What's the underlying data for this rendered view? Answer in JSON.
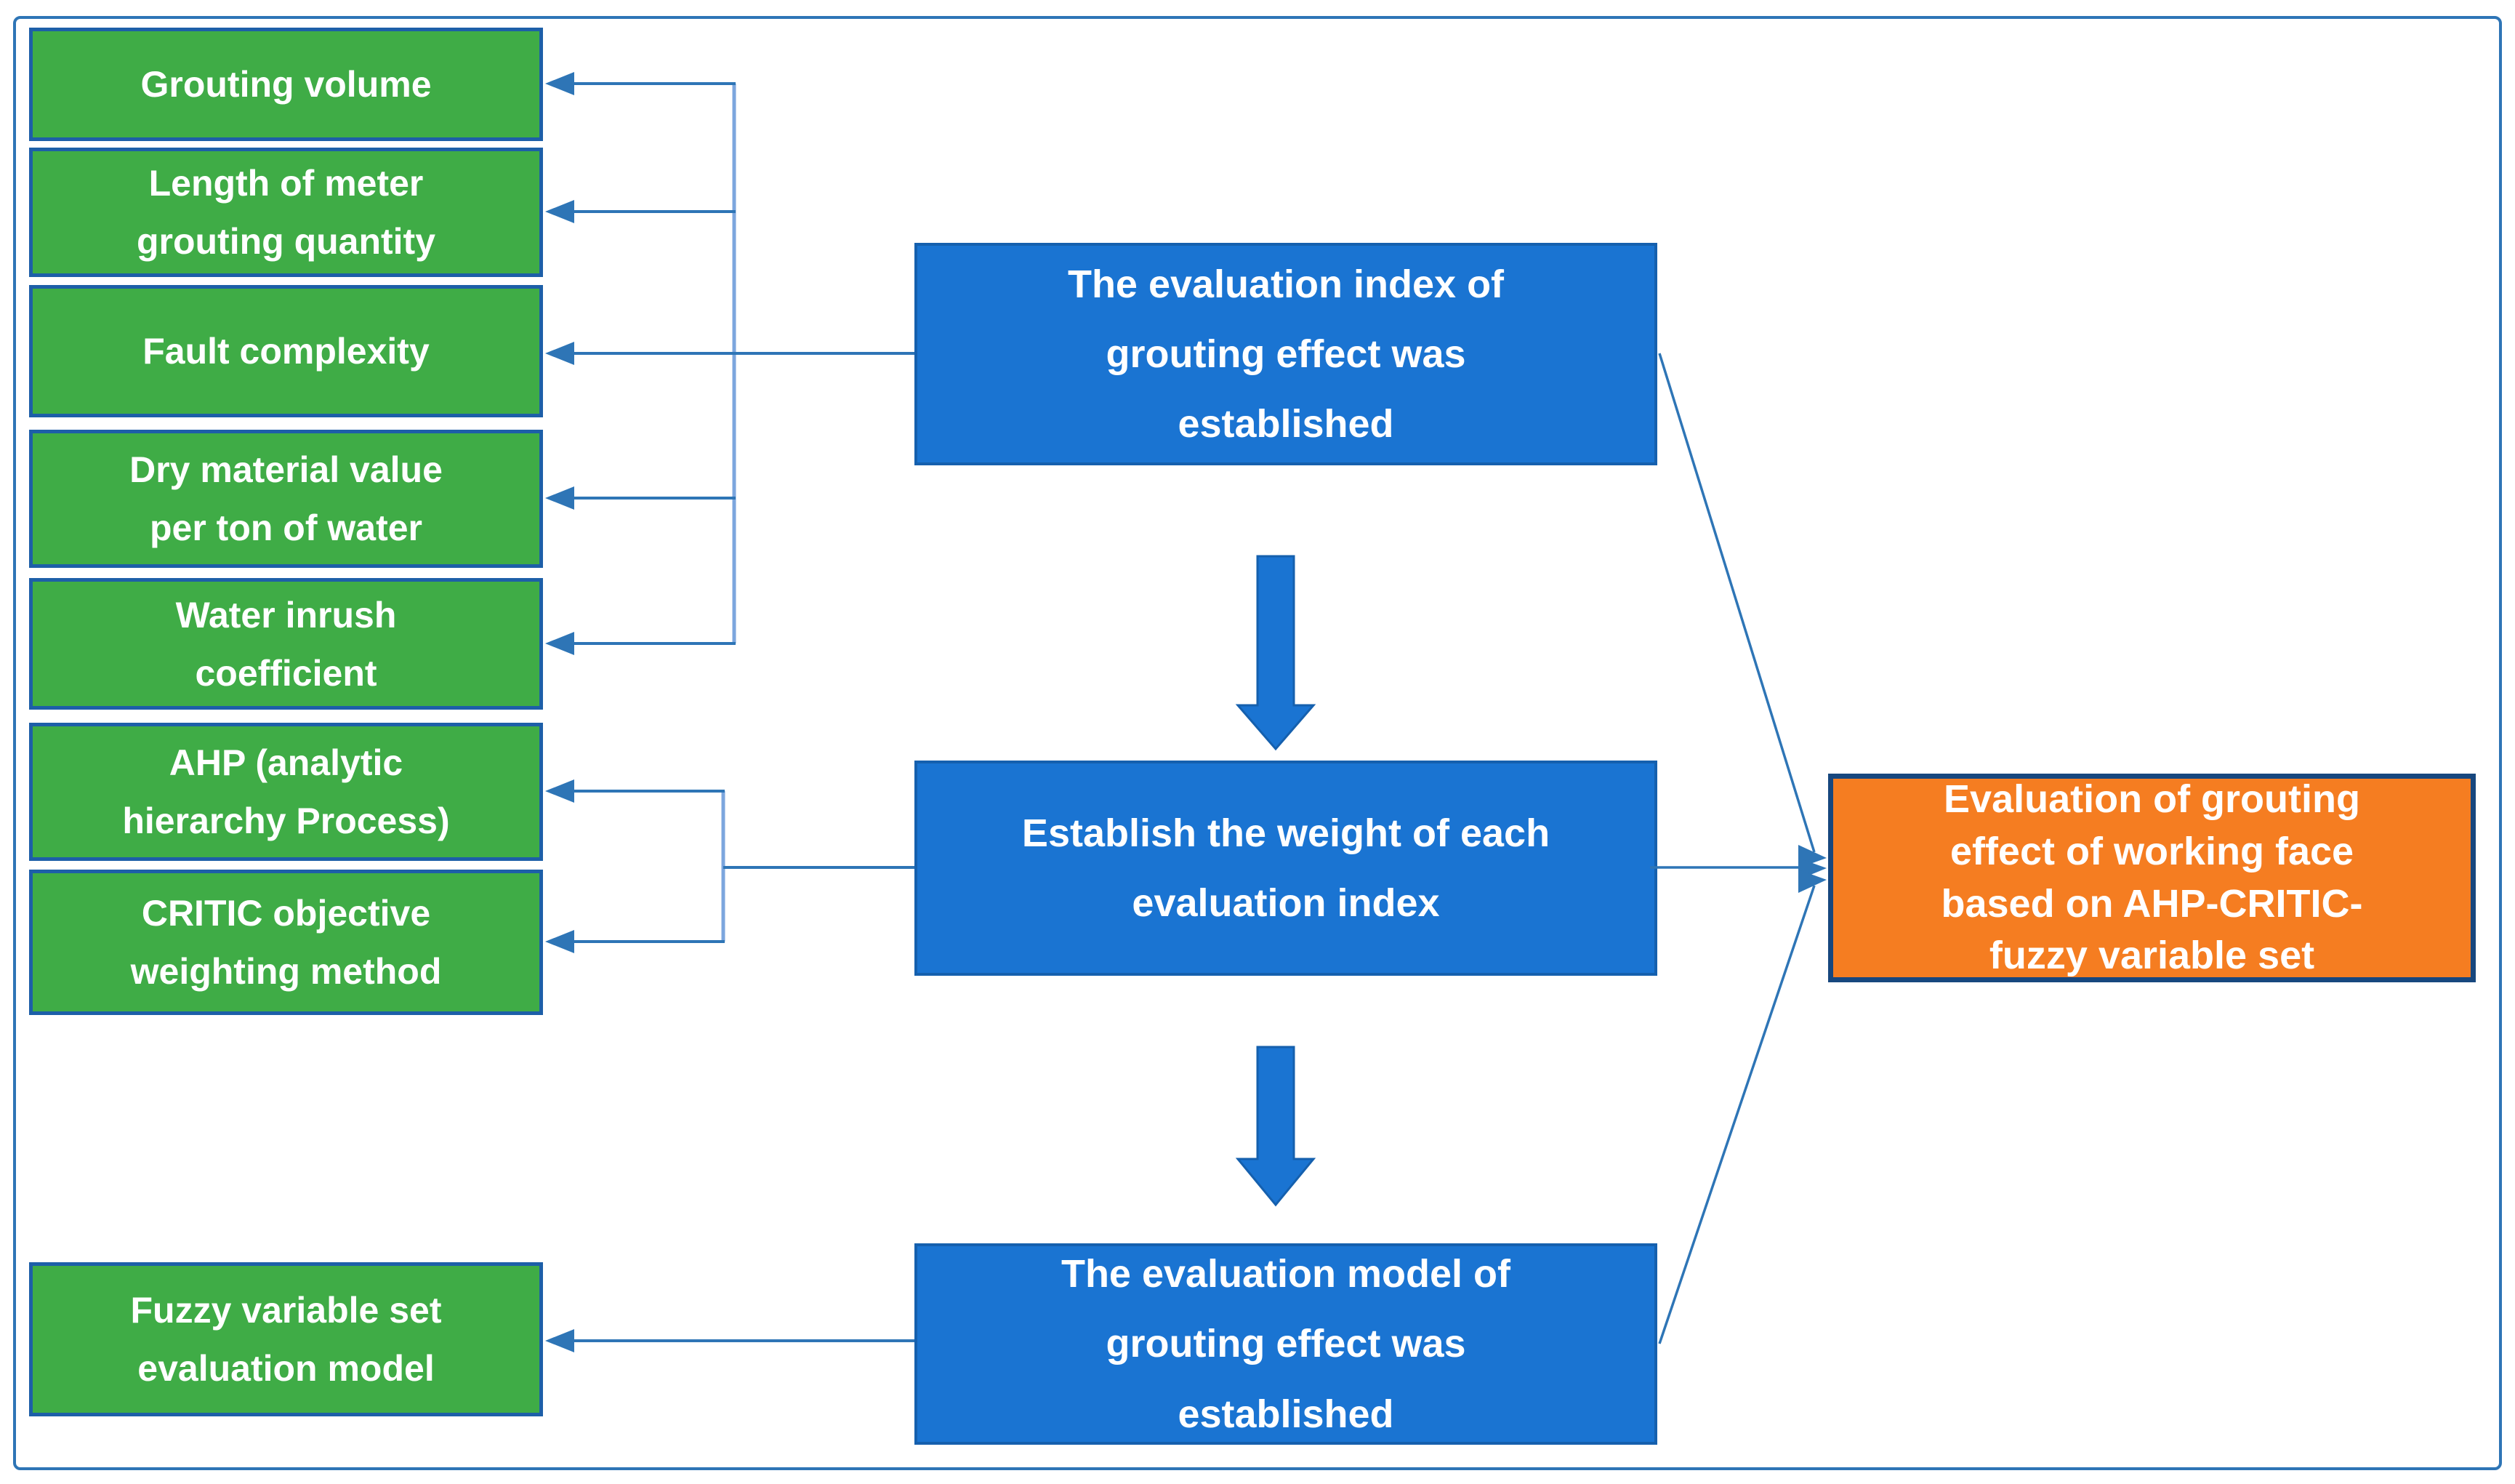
{
  "figure": {
    "type": "flowchart",
    "indicator_boxes": [
      {
        "id": "grouting-volume",
        "label": "Grouting volume"
      },
      {
        "id": "length-of-meter-grouting-quantity",
        "label": "Length of meter\ngrouting quantity"
      },
      {
        "id": "fault-complexity",
        "label": "Fault complexity"
      },
      {
        "id": "dry-material-value-per-ton-of-water",
        "label": "Dry material value\nper ton of water"
      },
      {
        "id": "water-inrush-coefficient",
        "label": "Water inrush\ncoefficient"
      },
      {
        "id": "ahp",
        "label": "AHP (analytic\nhierarchy Process)"
      },
      {
        "id": "critic",
        "label": "CRITIC objective\nweighting method"
      },
      {
        "id": "fuzzy-variable-set",
        "label": "Fuzzy variable set\nevaluation model"
      }
    ],
    "process_boxes": [
      {
        "id": "step-1",
        "label": "The evaluation index of\ngrouting effect was\nestablished"
      },
      {
        "id": "step-2",
        "label": "Establish the weight of each\nevaluation index"
      },
      {
        "id": "step-3",
        "label": "The evaluation model of\ngrouting effect was\nestablished"
      }
    ],
    "result_box": {
      "label": "Evaluation of grouting\neffect of working face\nbased on AHP-CRITIC-\nfuzzy variable set"
    },
    "colors": {
      "indicator_fill": "#3FAC46",
      "indicator_border": "#1D5FA8",
      "process_fill": "#1A74D2",
      "process_border": "#1560AE",
      "result_fill": "#F57D21",
      "result_border": "#17477E",
      "connector": "#2E75B6",
      "connector_light": "#7CA6DE",
      "frame_border": "#2E75B6",
      "text": "#FFFFFF"
    }
  }
}
